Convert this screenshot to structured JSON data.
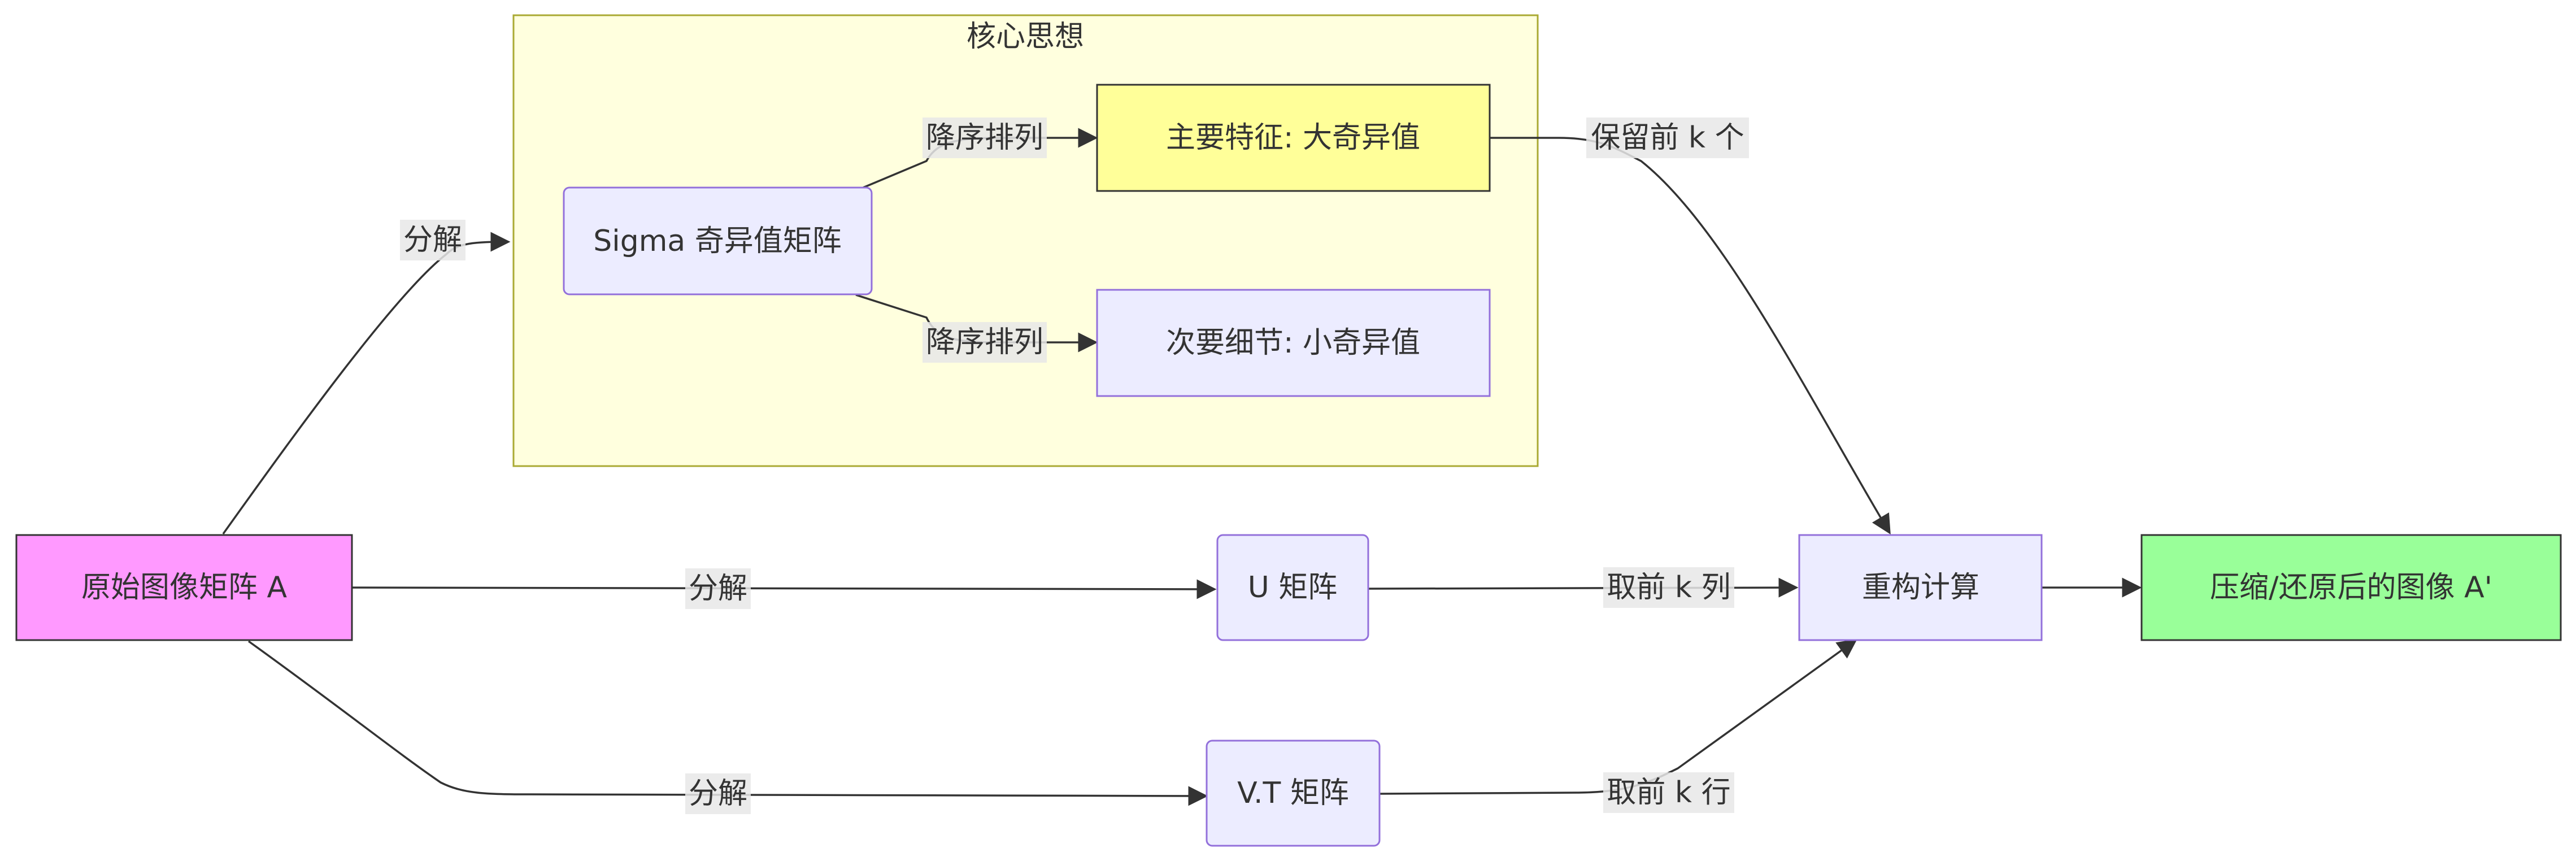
{
  "cluster": {
    "title": "核心思想"
  },
  "nodes": {
    "original": {
      "label": "原始图像矩阵 A",
      "fill": "#ff99ff",
      "stroke": "#333333"
    },
    "sigma": {
      "label": "Sigma 奇异值矩阵",
      "fill": "#ececff",
      "stroke": "#9370db"
    },
    "major": {
      "label": "主要特征: 大奇异值",
      "fill": "#ffff99",
      "stroke": "#333333"
    },
    "minor": {
      "label": "次要细节: 小奇异值",
      "fill": "#ececff",
      "stroke": "#9370db"
    },
    "u": {
      "label": "U 矩阵",
      "fill": "#ececff",
      "stroke": "#9370db"
    },
    "vt": {
      "label": "V.T 矩阵",
      "fill": "#ececff",
      "stroke": "#9370db"
    },
    "reconstruct": {
      "label": "重构计算",
      "fill": "#ececff",
      "stroke": "#9370db"
    },
    "result": {
      "label": "压缩/还原后的图像 A'",
      "fill": "#99ff99",
      "stroke": "#333333"
    }
  },
  "edges": {
    "original_sigma": {
      "label": "分解"
    },
    "original_u": {
      "label": "分解"
    },
    "original_vt": {
      "label": "分解"
    },
    "sigma_major": {
      "label": "降序排列"
    },
    "sigma_minor": {
      "label": "降序排列"
    },
    "major_reconstruct": {
      "label": "保留前 k 个"
    },
    "u_reconstruct": {
      "label": "取前 k 列"
    },
    "vt_reconstruct": {
      "label": "取前 k 行"
    },
    "reconstruct_result": {
      "label": ""
    }
  }
}
